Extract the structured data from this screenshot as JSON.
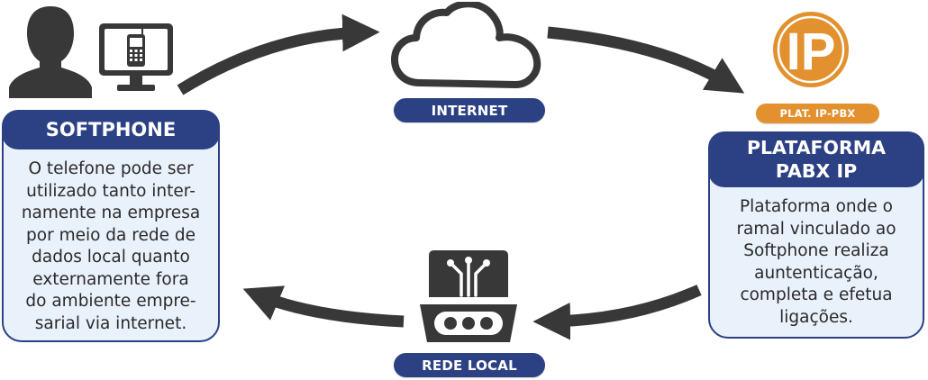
{
  "nodes": {
    "softphone": {
      "title": "SOFTPHONE",
      "lines": [
        "O telefone pode ser",
        "utilizado tanto inter-",
        "namente na empresa",
        "por meio da rede de",
        "dados local quanto",
        "externamente fora",
        "do ambiente empre-",
        "sarial via internet."
      ]
    },
    "internet": {
      "label": "INTERNET"
    },
    "pbx": {
      "logo_text": "IP",
      "logo_caption": "PLAT. IP-PBX",
      "title_line1": "PLATAFORMA",
      "title_line2": "PABX IP",
      "lines": [
        "Plataforma onde o",
        "ramal vinculado ao",
        "Softphone realiza",
        "auntenticação,",
        "completa e efetua",
        "ligações."
      ]
    },
    "local": {
      "label": "REDE LOCAL"
    }
  },
  "icons": [
    "user-silhouette-icon",
    "monitor-phone-icon",
    "cloud-icon",
    "ip-logo-icon",
    "router-icon",
    "curved-arrow-icon"
  ],
  "colors": {
    "accent": "#2c4184",
    "card_fill": "#e9f1fb",
    "logo_orange": "#e2912e",
    "icon_dark": "#383838"
  }
}
